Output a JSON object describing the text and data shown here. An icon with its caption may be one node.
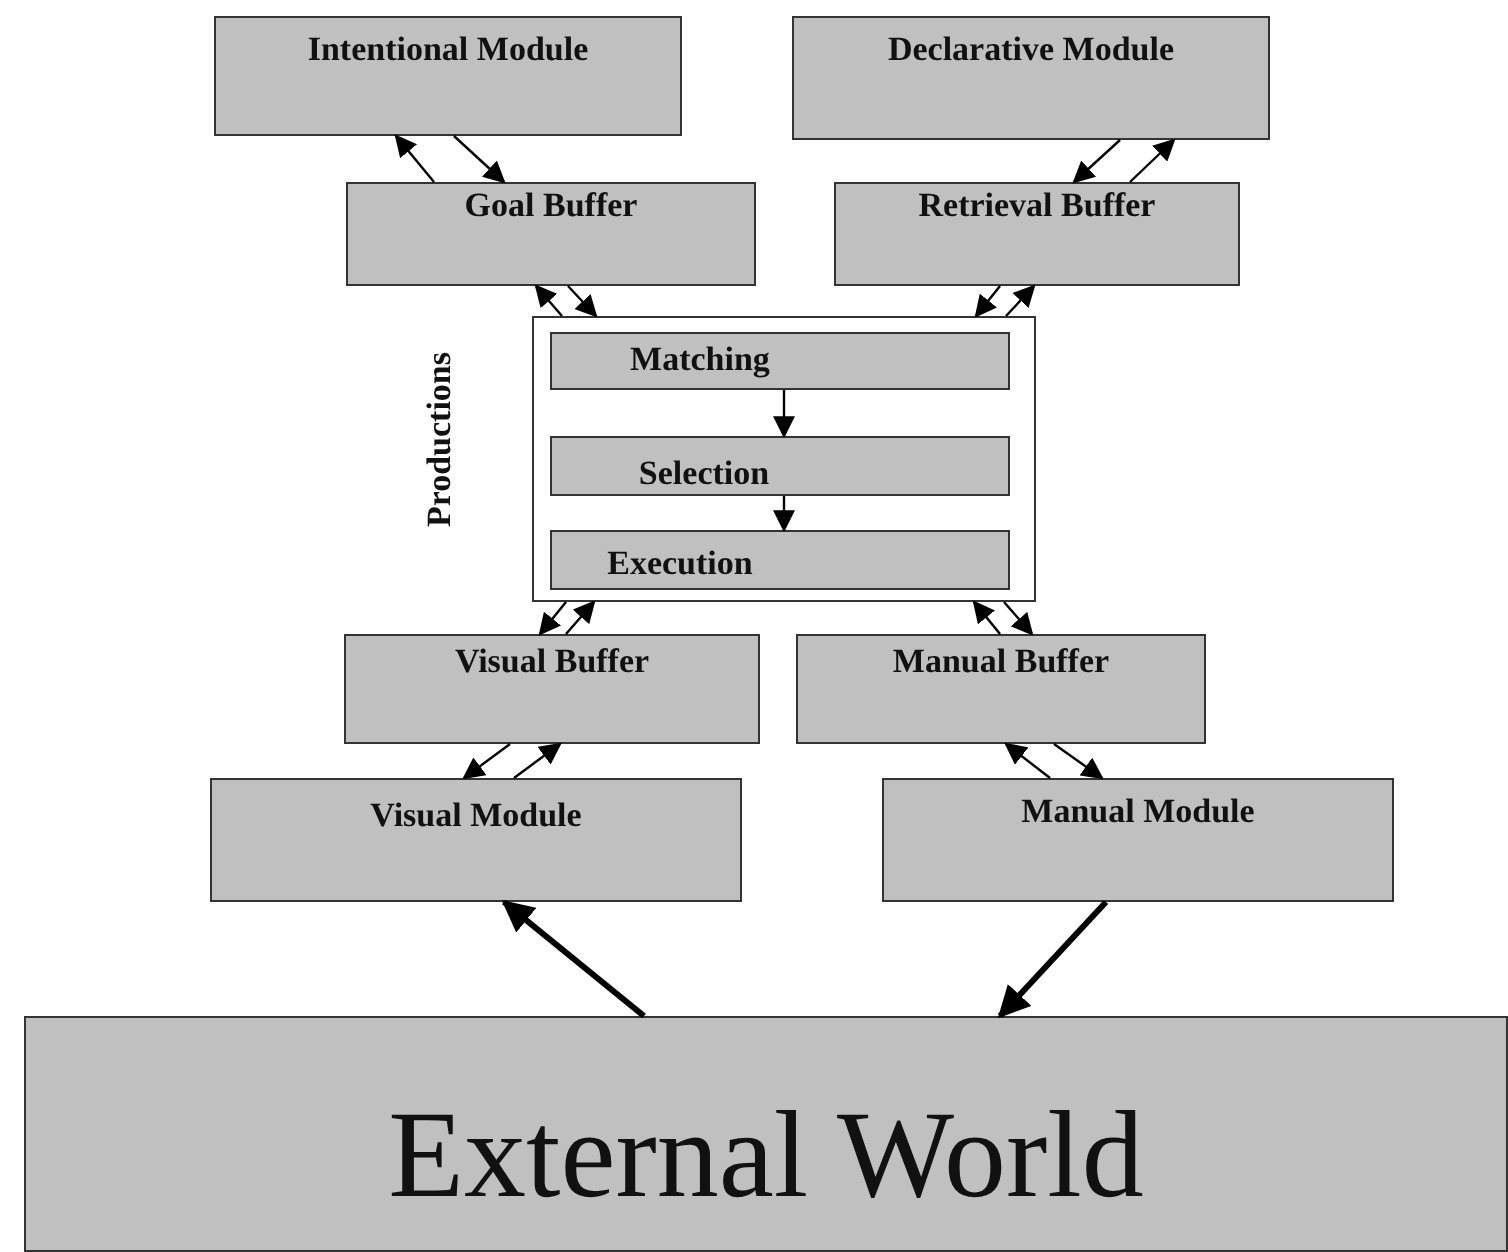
{
  "diagram": {
    "nodes": [
      {
        "text": [
          "Intentional Module"
        ]
      },
      {
        "text": [
          "Declarative Module"
        ]
      },
      {
        "text": [
          "Goal Buffer"
        ]
      },
      {
        "text": [
          "Retrieval Buffer"
        ]
      },
      {
        "text": [
          "Productions"
        ]
      },
      {
        "text": [
          "Matching"
        ],
        "in": 4
      },
      {
        "text": [
          "Selection"
        ],
        "in": 4
      },
      {
        "text": [
          "Execution"
        ],
        "in": 4
      },
      {
        "text": [
          "Visual Buffer"
        ]
      },
      {
        "text": [
          "Manual Buffer"
        ]
      },
      {
        "text": [
          "Visual Module"
        ]
      },
      {
        "text": [
          "Manual Module"
        ]
      },
      {
        "text": [
          "External World"
        ]
      }
    ],
    "edges": [
      {
        "from": 2,
        "to": 0,
        "arrow": "to"
      },
      {
        "from": 0,
        "to": 2,
        "arrow": "to"
      },
      {
        "from": 1,
        "to": 3,
        "arrow": "to"
      },
      {
        "from": 3,
        "to": 1,
        "arrow": "to"
      },
      {
        "from": 4,
        "to": 2,
        "arrow": "to"
      },
      {
        "from": 2,
        "to": 4,
        "arrow": "to"
      },
      {
        "from": 3,
        "to": 4,
        "arrow": "to"
      },
      {
        "from": 4,
        "to": 3,
        "arrow": "to"
      },
      {
        "from": 5,
        "to": 6,
        "arrow": "to"
      },
      {
        "from": 6,
        "to": 7,
        "arrow": "to"
      },
      {
        "from": 4,
        "to": 8,
        "arrow": "to"
      },
      {
        "from": 8,
        "to": 4,
        "arrow": "to"
      },
      {
        "from": 9,
        "to": 4,
        "arrow": "to"
      },
      {
        "from": 4,
        "to": 9,
        "arrow": "to"
      },
      {
        "from": 8,
        "to": 10,
        "arrow": "to"
      },
      {
        "from": 10,
        "to": 8,
        "arrow": "to"
      },
      {
        "from": 11,
        "to": 9,
        "arrow": "to"
      },
      {
        "from": 9,
        "to": 11,
        "arrow": "to"
      },
      {
        "from": 12,
        "to": 10,
        "arrow": "to",
        "style": "thick"
      },
      {
        "from": 11,
        "to": 12,
        "arrow": "to",
        "style": "thick"
      }
    ]
  }
}
